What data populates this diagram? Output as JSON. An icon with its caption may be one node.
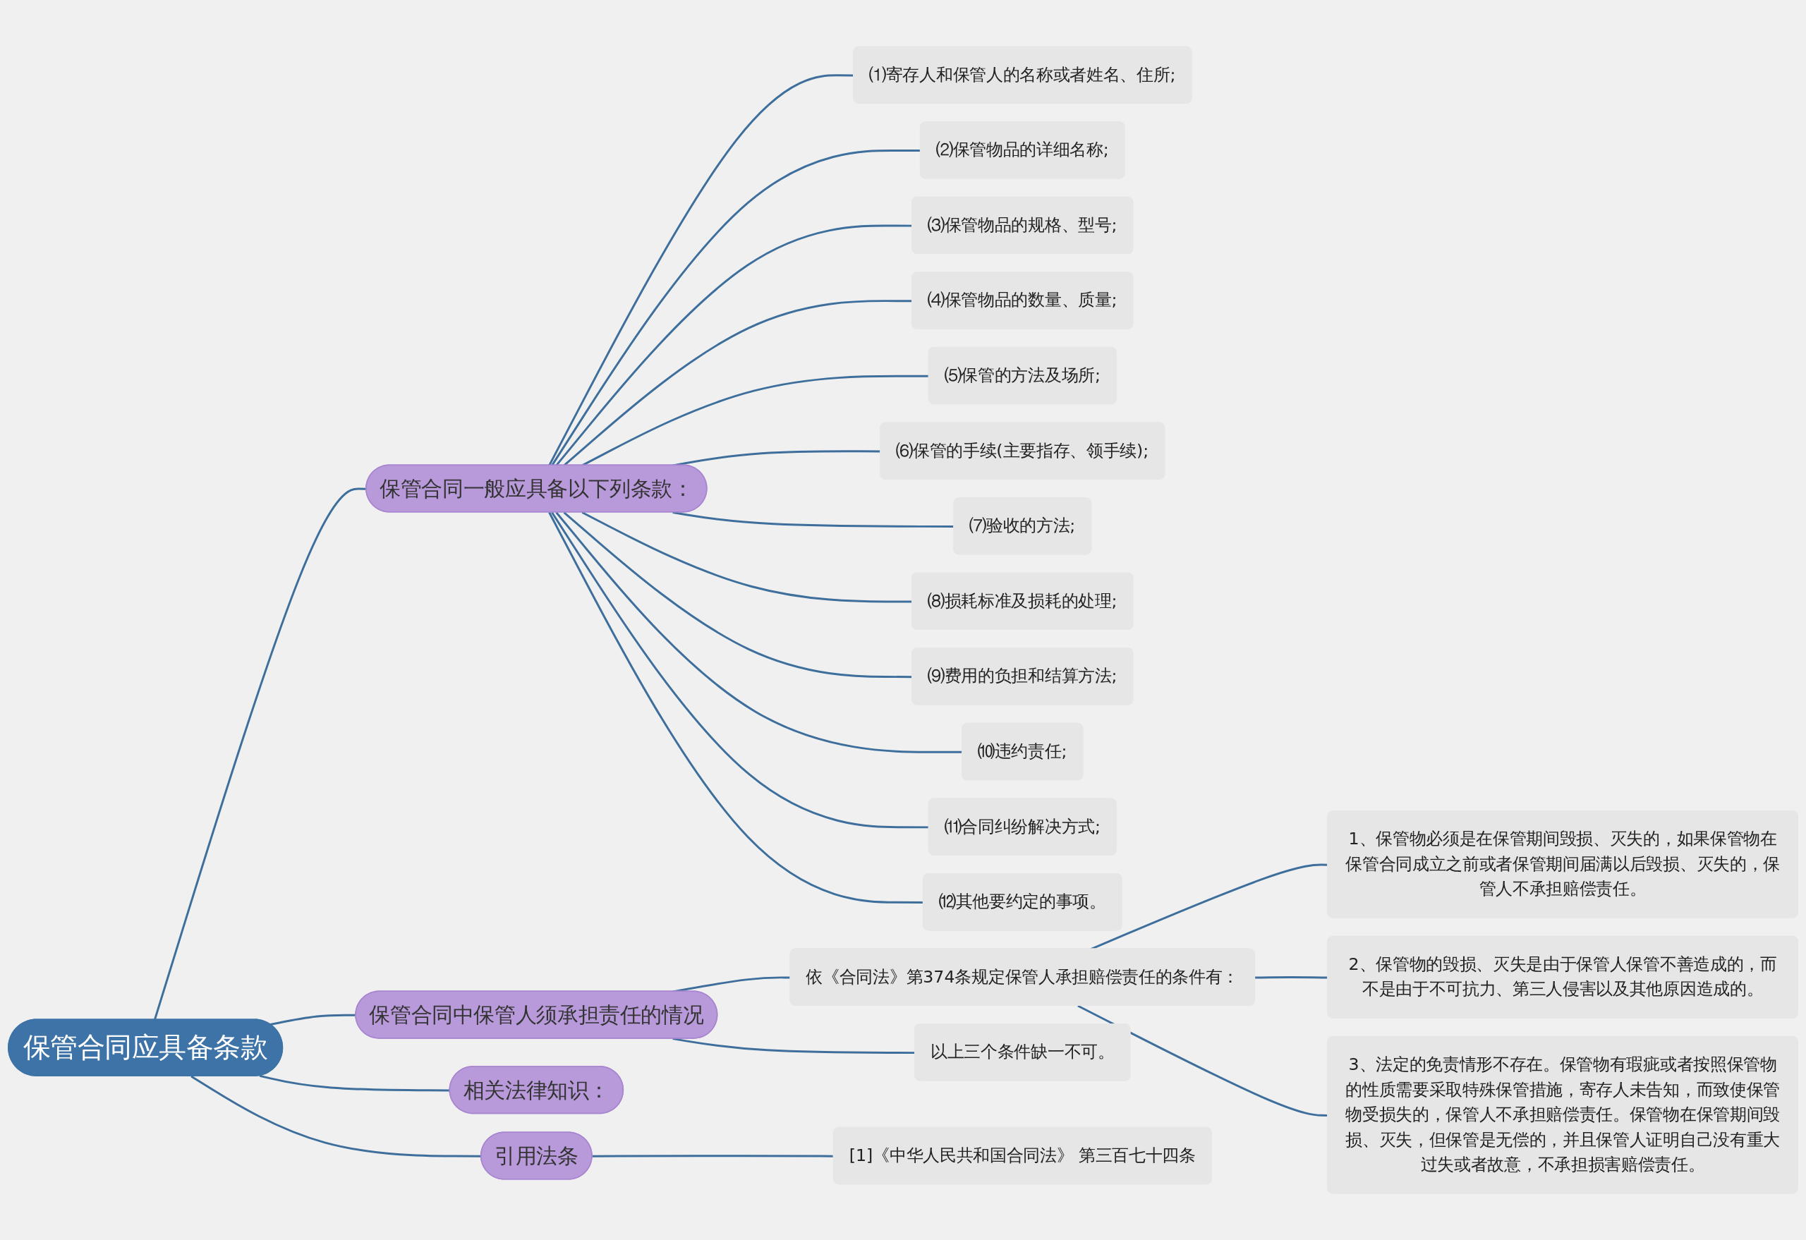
{
  "diagram": {
    "nodes": [
      {
        "text": [
          "保管合同应具备条款"
        ]
      },
      {
        "text": [
          "保管合同一般应具备以下列条款："
        ]
      },
      {
        "text": [
          "⑴寄存人和保管人的名称或者姓名、住所;"
        ]
      },
      {
        "text": [
          "⑵保管物品的详细名称;"
        ]
      },
      {
        "text": [
          "⑶保管物品的规格、型号;"
        ]
      },
      {
        "text": [
          "⑷保管物品的数量、质量;"
        ]
      },
      {
        "text": [
          "⑸保管的方法及场所;"
        ]
      },
      {
        "text": [
          "⑹保管的手续(主要指存、领手续);"
        ]
      },
      {
        "text": [
          "⑺验收的方法;"
        ]
      },
      {
        "text": [
          "⑻损耗标准及损耗的处理;"
        ]
      },
      {
        "text": [
          "⑼费用的负担和结算方法;"
        ]
      },
      {
        "text": [
          "⑽违约责任;"
        ]
      },
      {
        "text": [
          "⑾合同纠纷解决方式;"
        ]
      },
      {
        "text": [
          "⑿其他要约定的事项。"
        ]
      },
      {
        "text": [
          "保管合同中保管人须承担责任的情况"
        ]
      },
      {
        "text": [
          "依《合同法》第374条规定保管人承担赔偿责任的条件有："
        ]
      },
      {
        "text": [
          "1、保管物必须是在保管期间毁损、灭失的，如果保管物在保管合同成立之前或者保管期间届满以后毁损、灭失的，保管人不承担赔偿责任。"
        ]
      },
      {
        "text": [
          "2、保管物的毁损、灭失是由于保管人保管不善造成的，而不是由于不可抗力、第三人侵害以及其他原因造成的。"
        ]
      },
      {
        "text": [
          "3、法定的免责情形不存在。保管物有瑕疵或者按照保管物的性质需要采取特殊保管措施，寄存人未告知，而致使保管物受损失的，保管人不承担赔偿责任。保管物在保管期间毁损、灭失，但保管是无偿的，并且保管人证明自己没有重大过失或者故意，不承担损害赔偿责任。"
        ]
      },
      {
        "text": [
          "以上三个条件缺一不可。"
        ]
      },
      {
        "text": [
          "相关法律知识："
        ]
      },
      {
        "text": [
          "引用法条"
        ]
      },
      {
        "text": [
          "[1]《中华人民共和国合同法》 第三百七十四条"
        ]
      }
    ],
    "edges": [
      {
        "from": 0,
        "to": 1,
        "arrow": "none"
      },
      {
        "from": 1,
        "to": 2,
        "arrow": "none"
      },
      {
        "from": 1,
        "to": 3,
        "arrow": "none"
      },
      {
        "from": 1,
        "to": 4,
        "arrow": "none"
      },
      {
        "from": 1,
        "to": 5,
        "arrow": "none"
      },
      {
        "from": 1,
        "to": 6,
        "arrow": "none"
      },
      {
        "from": 1,
        "to": 7,
        "arrow": "none"
      },
      {
        "from": 1,
        "to": 8,
        "arrow": "none"
      },
      {
        "from": 1,
        "to": 9,
        "arrow": "none"
      },
      {
        "from": 1,
        "to": 10,
        "arrow": "none"
      },
      {
        "from": 1,
        "to": 11,
        "arrow": "none"
      },
      {
        "from": 1,
        "to": 12,
        "arrow": "none"
      },
      {
        "from": 1,
        "to": 13,
        "arrow": "none"
      },
      {
        "from": 0,
        "to": 14,
        "arrow": "none"
      },
      {
        "from": 14,
        "to": 15,
        "arrow": "none"
      },
      {
        "from": 15,
        "to": 16,
        "arrow": "none"
      },
      {
        "from": 15,
        "to": 17,
        "arrow": "none"
      },
      {
        "from": 15,
        "to": 18,
        "arrow": "none"
      },
      {
        "from": 14,
        "to": 19,
        "arrow": "none"
      },
      {
        "from": 0,
        "to": 20,
        "arrow": "none"
      },
      {
        "from": 0,
        "to": 21,
        "arrow": "none"
      },
      {
        "from": 21,
        "to": 22,
        "arrow": "none"
      }
    ]
  }
}
